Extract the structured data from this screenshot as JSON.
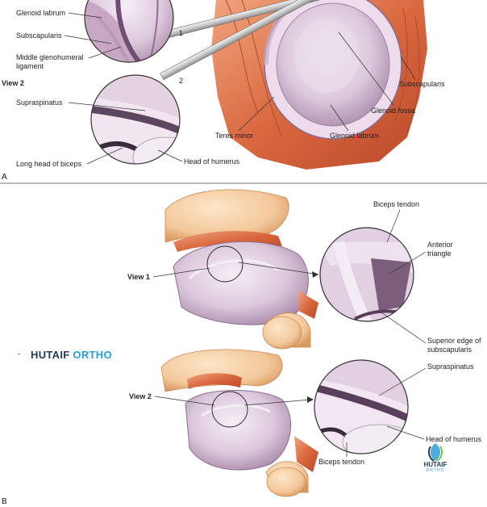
{
  "panel_a": {
    "letter": "A",
    "view_label": "View 2",
    "pointer_1": "1",
    "pointer_2": "2",
    "labels": {
      "glenoid_labrum_top": "Glenoid labrum",
      "subscapularis_left": "Subscapularis",
      "middle_gh_1": "Middle glenohumeral",
      "middle_gh_2": "ligament",
      "supraspinatus": "Supraspinatus",
      "long_head_biceps": "Long head of biceps",
      "head_of_humerus": "Head of humerus",
      "teres_minor": "Teres minor",
      "glenoid_labrum_bottom": "Glenoid labrum",
      "glenoid_fossa": "Glenoid fossa",
      "subscapularis_right": "Subscapularis"
    }
  },
  "panel_b": {
    "letter": "B",
    "view1_label": "View 1",
    "view2_label": "View 2",
    "labels": {
      "biceps_tendon_top": "Biceps tendon",
      "anterior_1": "Anterior",
      "anterior_2": "triangle",
      "superior_edge_1": "Superior edge of",
      "superior_edge_2": "subscapularis",
      "supraspinatus": "Supraspinatus",
      "head_of_humerus": "Head of humerus",
      "biceps_tendon_bottom": "Biceps tendon"
    }
  },
  "watermark": {
    "part1": "HUTAIF",
    "part2": "ORTHO",
    "small_mark": "-",
    "logo_text": "HUTAIF",
    "logo_sub": "ORTHO"
  },
  "colors": {
    "muscle": "#d9683f",
    "muscle_light": "#f0a47e",
    "cartilage": "#dcc8dc",
    "cartilage_dark": "#9b7d9c",
    "bone": "#f3c79a",
    "bone_dark": "#d99a62",
    "accent_blue": "#2d9cd6",
    "brand_dark": "#1f3b57"
  }
}
